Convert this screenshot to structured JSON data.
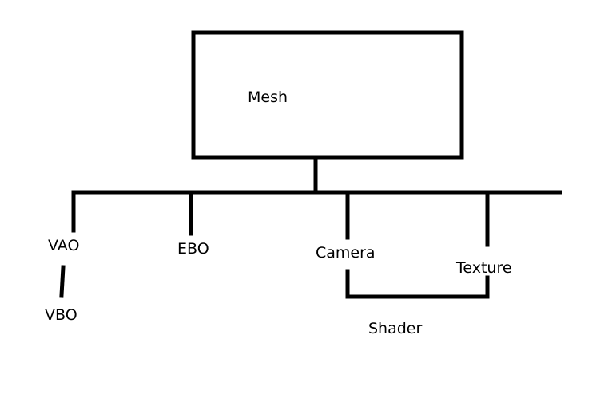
{
  "diagram": {
    "root": "Mesh",
    "children": [
      "VAO",
      "EBO",
      "Camera",
      "Texture"
    ],
    "vao_child": "VBO",
    "shared_child": "Shader"
  },
  "colors": {
    "background": "#ffffff",
    "ink": "#000000"
  }
}
